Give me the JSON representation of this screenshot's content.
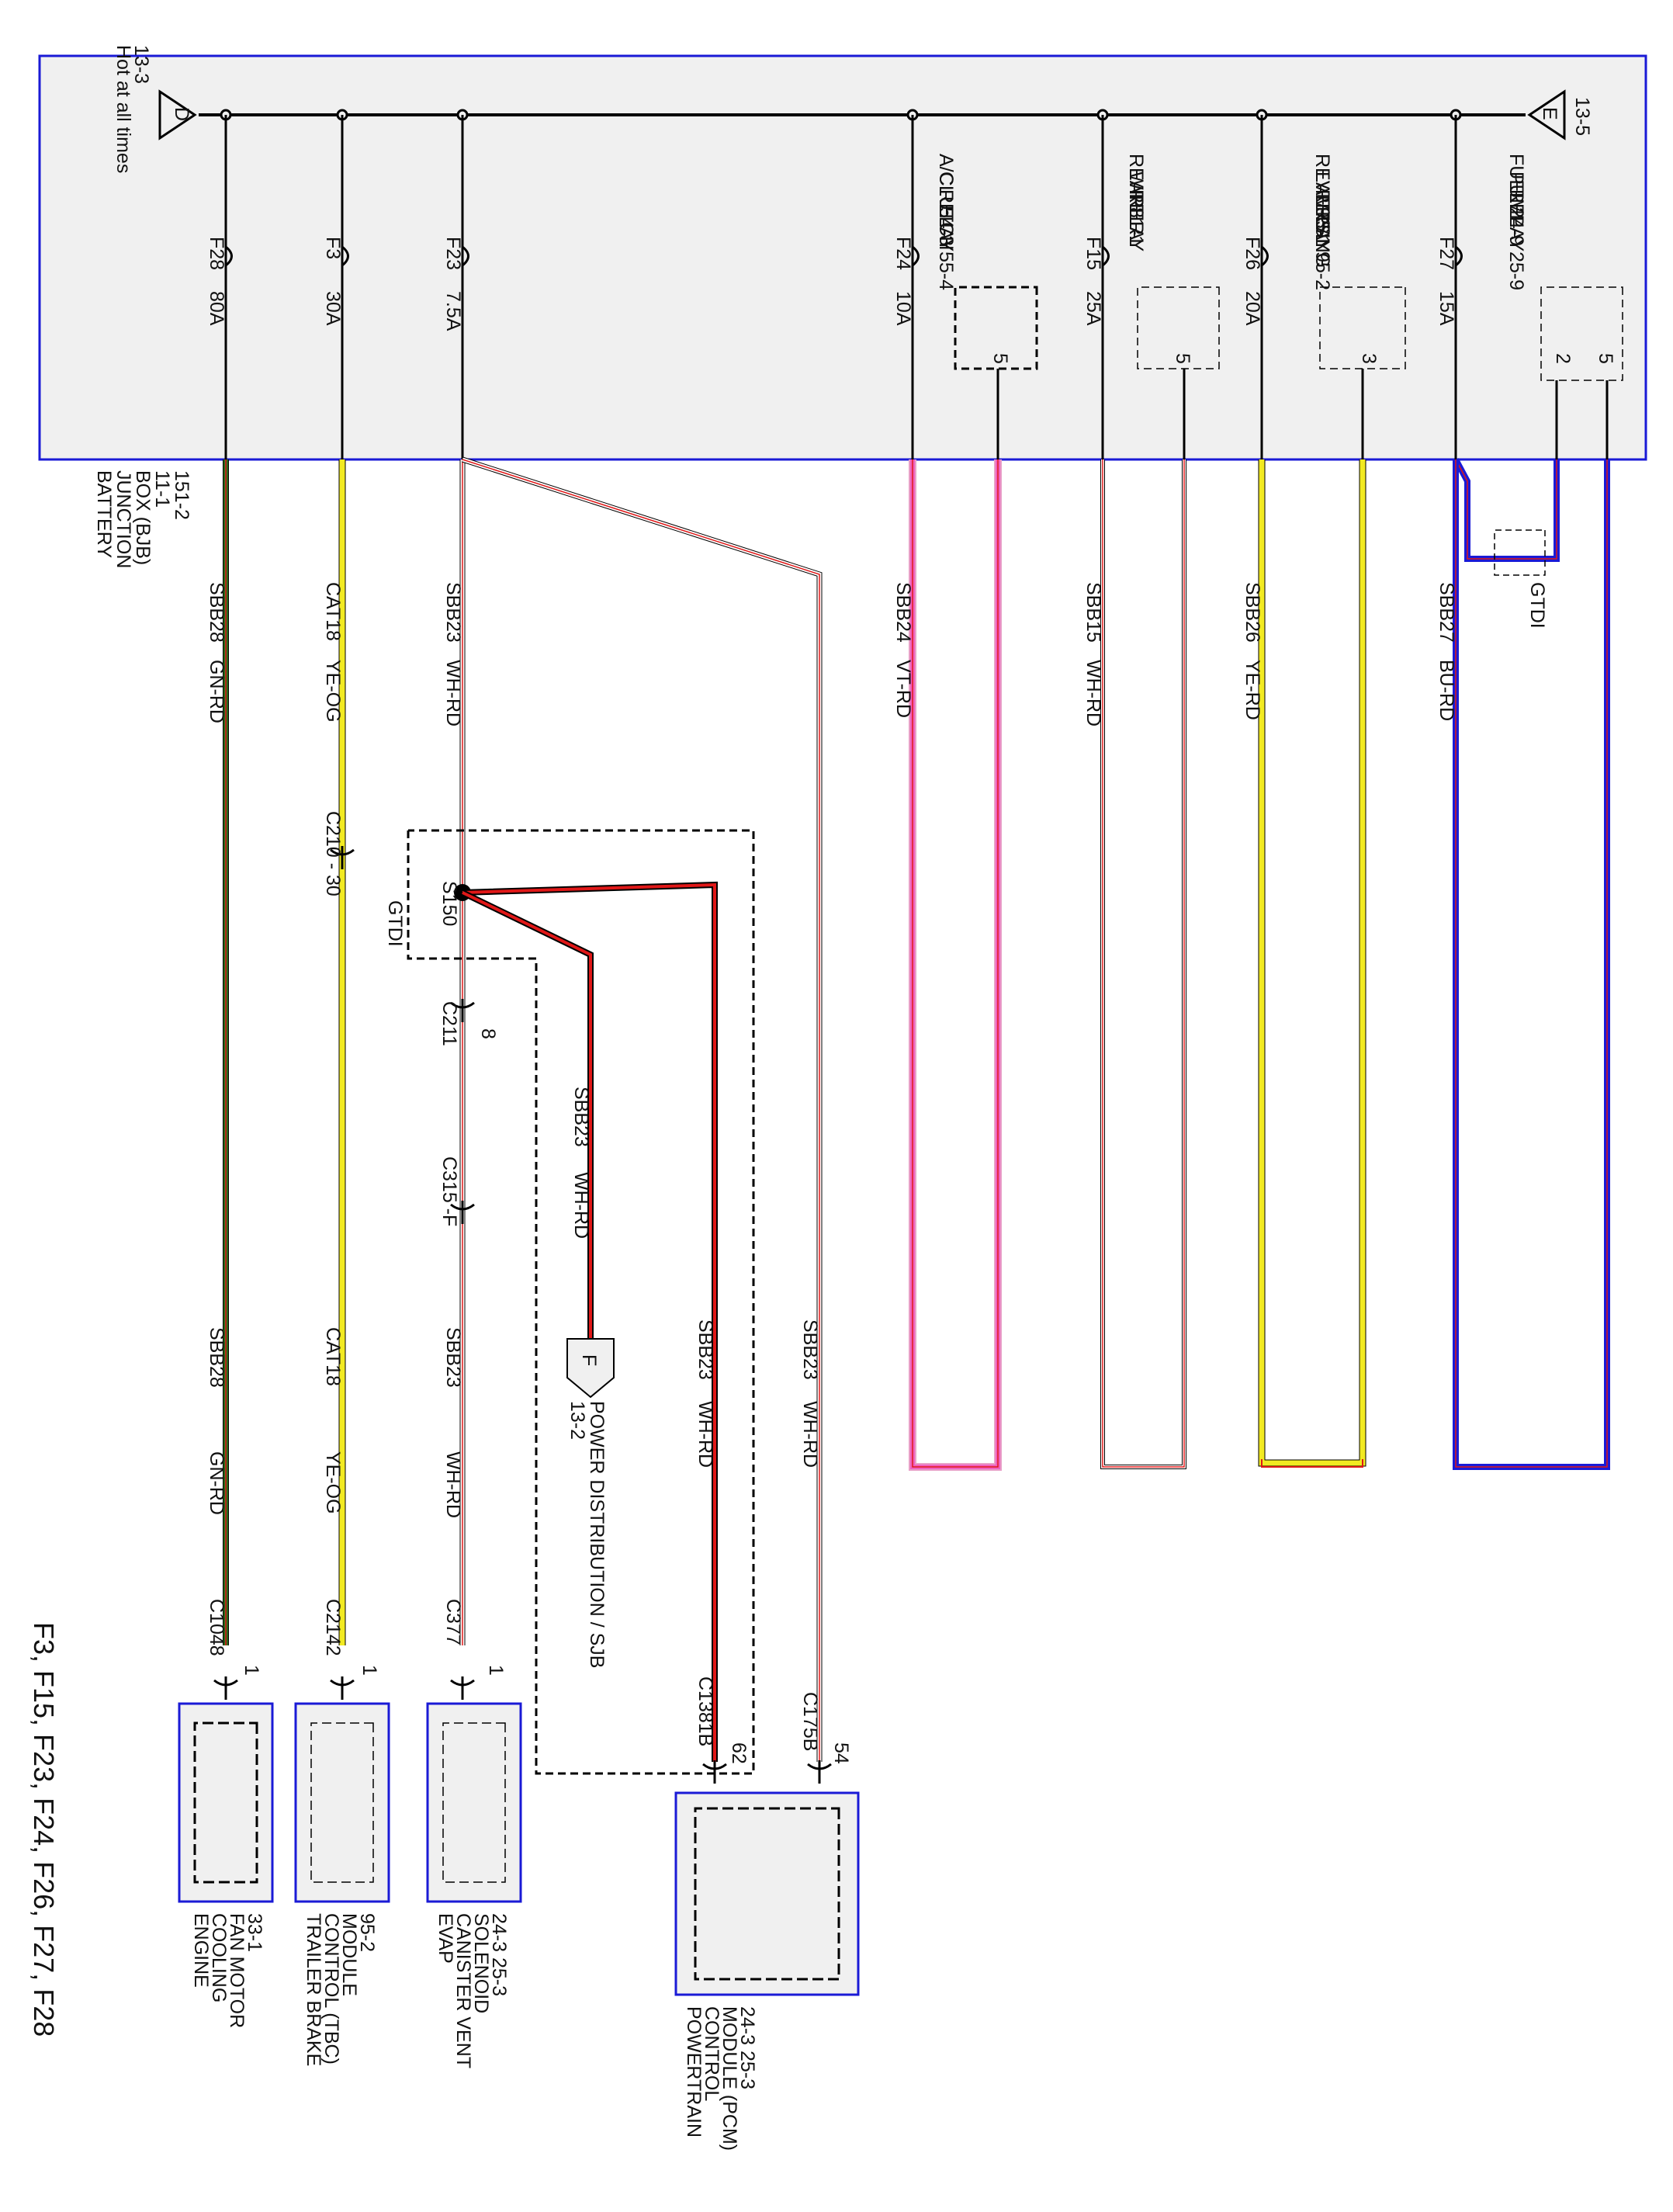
{
  "title": "F3, F15, F23, F24, F26, F27, F28",
  "bjb": {
    "name": [
      "BATTERY",
      "JUNCTION",
      "BOX (BJB)",
      "11-1",
      "151-2"
    ],
    "hot_label": "Hot at all times",
    "hot_ref": "13-3",
    "bus_start_letter": "D",
    "bus_end_letter": "E",
    "bus_end_ref": "13-5"
  },
  "circuits": [
    {
      "fuse": "F28",
      "amps": "80A",
      "circuit": "SBB28",
      "color": "GN-RD",
      "connector": "C1048",
      "pin": "1",
      "lower_label": [
        "SBB28",
        "GN-RD"
      ],
      "component": [
        "ENGINE",
        "COOLING",
        "FAN MOTOR",
        "33-1"
      ]
    },
    {
      "fuse": "F3",
      "amps": "30A",
      "circuit": "CAT18",
      "color": "YE-OG",
      "inline": "C210 - 30",
      "connector": "C2142",
      "pin": "1",
      "lower_label": [
        "CAT18",
        "YE-OG"
      ],
      "component": [
        "TRAILER BRAKE",
        "CONTROL (TBC)",
        "MODULE",
        "95-2"
      ]
    },
    {
      "fuse": "F23",
      "amps": "7.5A",
      "circuit": "SBB23",
      "color": "WH-RD",
      "splice": "S150",
      "inline": "C211",
      "inline_pin": "8",
      "inline2": "C315 -F",
      "connector": "C377",
      "pin": "1",
      "lower_label": [
        "SBB23",
        "WH-RD"
      ],
      "component": [
        "EVAP",
        "CANISTER VENT",
        "SOLENOID",
        "24-3  25-3"
      ]
    },
    {
      "fuse": "F24",
      "amps": "10A",
      "circuit": "SBB24",
      "color": "VT-RD",
      "relay": [
        "A/C",
        "CLUTCH",
        "RELAY",
        "54-3  55-4"
      ],
      "relay_pin": "5"
    },
    {
      "fuse": "F15",
      "amps": "25A",
      "circuit": "SBB15",
      "color": "WH-RD",
      "relay": [
        "REAR",
        "WIPER",
        "RELAY",
        "81-1"
      ],
      "relay_pin": "5"
    },
    {
      "fuse": "F26",
      "amps": "20A",
      "circuit": "SBB26",
      "color": "YE-RD",
      "relay": [
        "REVERSING",
        "LAMPS",
        "RELAY",
        "93-1  95-2"
      ],
      "relay_pin": "3"
    },
    {
      "fuse": "F27",
      "amps": "15A",
      "circuit": "SBB27",
      "color": "BU-RD",
      "relay": [
        "FUEL",
        "PUMP",
        "RELAY",
        "24-9  25-9"
      ],
      "relay_pins": [
        "2",
        "5"
      ],
      "gtdi": "GTDI"
    }
  ],
  "branches": {
    "gtdi": "GTDI",
    "offpage": {
      "letter": "F",
      "label": "POWER DISTRIBUTION / SJB",
      "ref": "13-2",
      "circuit": "SBB23",
      "color": "WH-RD"
    },
    "pcm_a": {
      "circuit": "SBB23",
      "color": "WH-RD",
      "connector": "C1381B",
      "pin": "62"
    },
    "pcm_b": {
      "circuit": "SBB23",
      "color": "WH-RD",
      "connector": "C175B",
      "pin": "54"
    },
    "pcm": [
      "POWERTRAIN",
      "CONTROL",
      "MODULE (PCM)",
      "24-3  25-3"
    ]
  },
  "colors": {
    "frame": "#1a1ad6",
    "bus": "#000000",
    "red": "#e01818",
    "green": "#2a6a1a",
    "yellow": "#f2ea22",
    "violet": "#f060c0",
    "blue": "#1a1ad6",
    "box_fill": "#f0f0f0"
  }
}
